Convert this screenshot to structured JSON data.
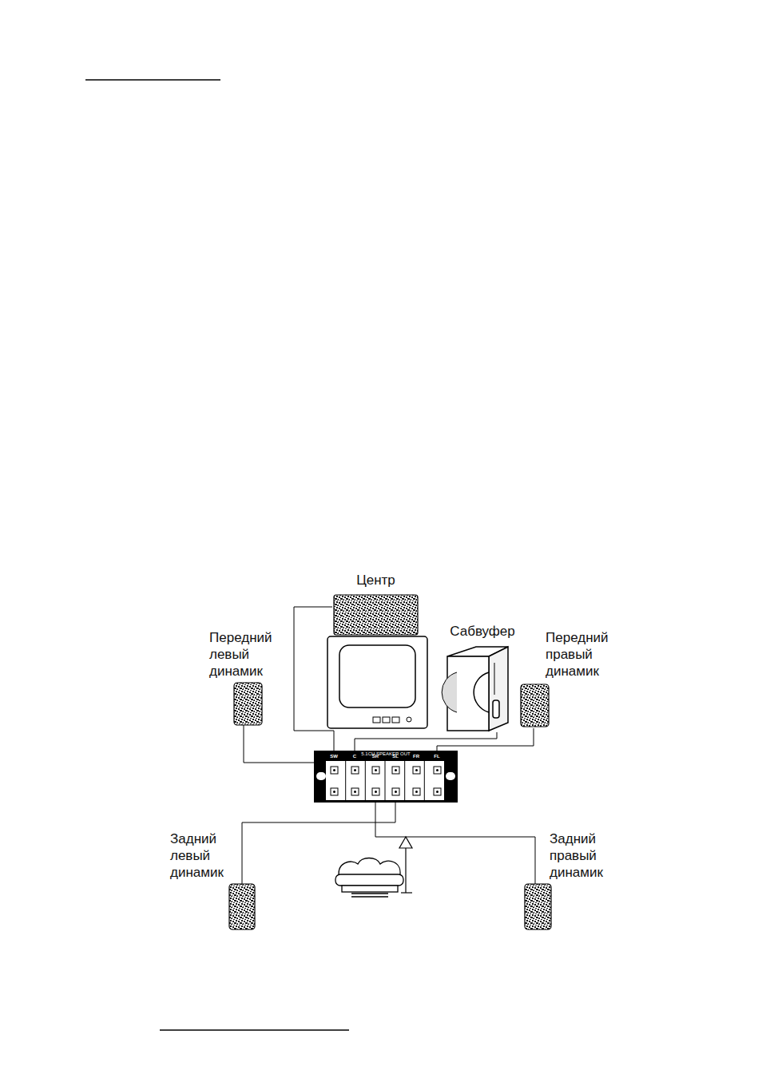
{
  "diagram": {
    "nodes": [
      {
        "text": [
          "Центр"
        ]
      },
      {
        "text": [
          "Передний левый динамик"
        ]
      },
      {
        "text": [
          "Сабвуфер"
        ]
      },
      {
        "text": [
          "Передний правый динамик"
        ]
      },
      {
        "text": [
          "5.1CH SPEAKER OUT"
        ]
      },
      {
        "text": [
          "Задний левый динамик"
        ]
      },
      {
        "text": [
          "Задний правый динамик"
        ]
      }
    ],
    "edges": [
      {
        "from": 0,
        "to": 4,
        "arrow": "none"
      },
      {
        "from": 1,
        "to": 4,
        "arrow": "none"
      },
      {
        "from": 2,
        "to": 4,
        "arrow": "none"
      },
      {
        "from": 3,
        "to": 4,
        "arrow": "none"
      },
      {
        "from": 5,
        "to": 4,
        "arrow": "none"
      },
      {
        "from": 6,
        "to": 4,
        "arrow": "none"
      }
    ],
    "labels": [
      "SW",
      "C",
      "SR",
      "SL",
      "FR",
      "FL"
    ]
  }
}
